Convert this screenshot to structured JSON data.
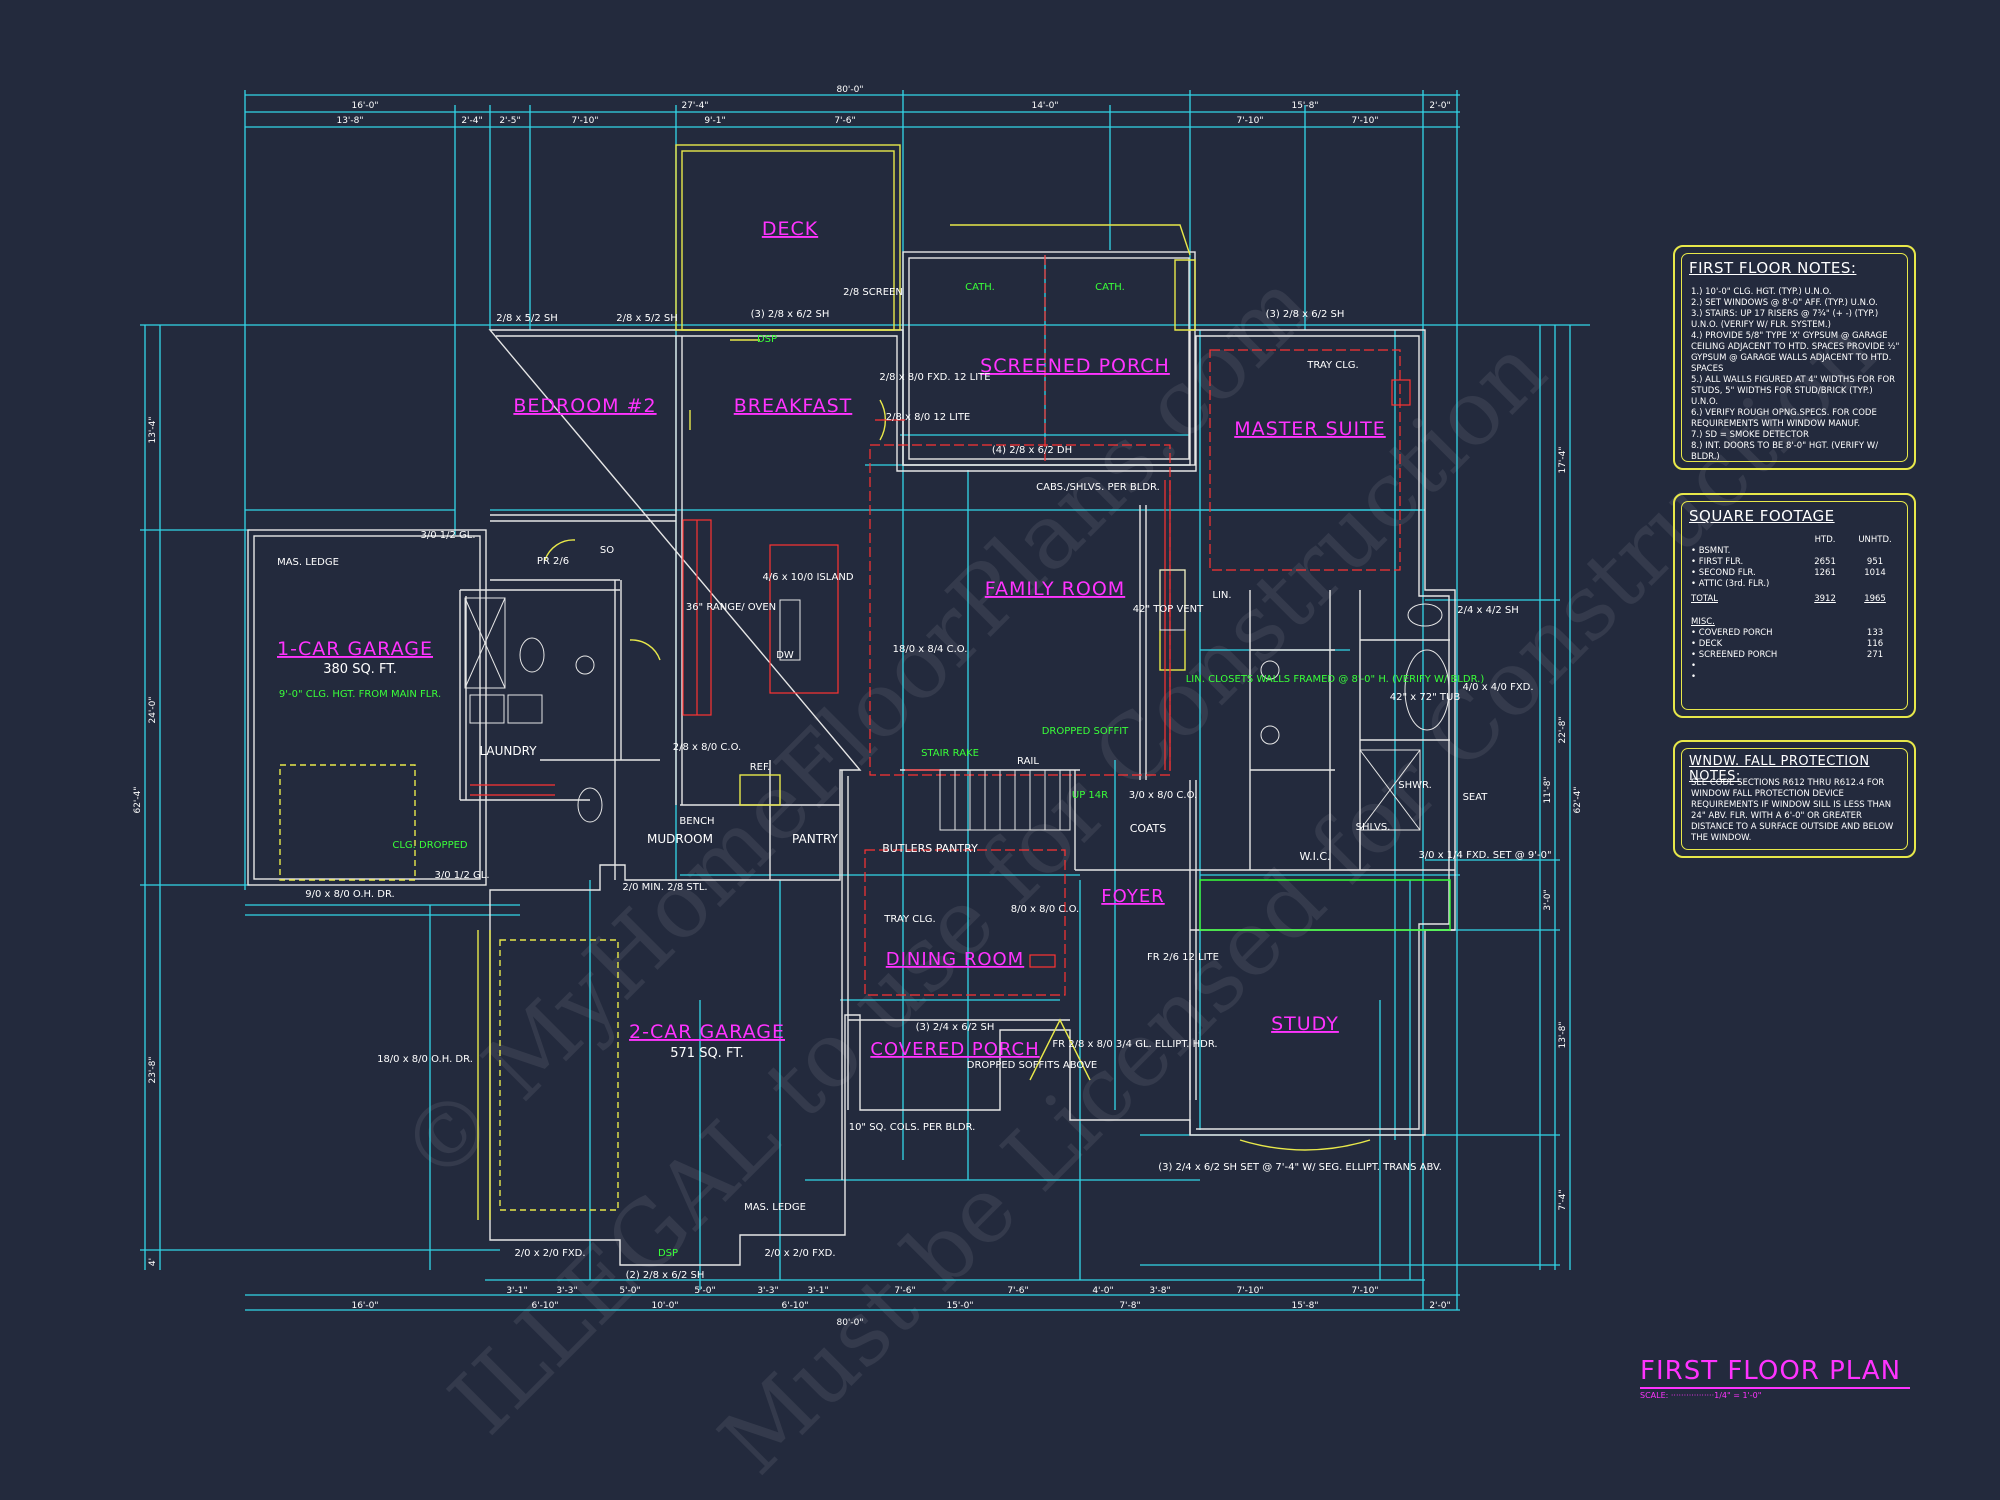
{
  "colors": {
    "background": "#232a3d",
    "dimension_line": "#33d6e8",
    "wall": "#ffffff",
    "room_label": "#ff33ff",
    "yellow": "#e8e84a",
    "green": "#39ff39",
    "red": "#ff3333"
  },
  "watermark": {
    "line1": "© MyHomeFloorPlans.com",
    "line2": "ILLEGAL to use for Construction",
    "line3": "Must be Licensed for Construction"
  },
  "dimensions": {
    "top_overall": "80'-0\"",
    "top_row1": [
      "16'-0\"",
      "27'-4\"",
      "14'-0\"",
      "15'-8\"",
      "2'-0\""
    ],
    "top_row2": [
      "13'-8\"",
      "2'-4\"",
      "2'-5\"",
      "7'-10\"",
      "9'-1\"",
      "7'-6\"",
      "7'-10\"",
      "7'-10\""
    ],
    "bottom_overall": "80'-0\"",
    "bottom_row1": [
      "16'-0\"",
      "6'-10\"",
      "10'-0\"",
      "6'-10\"",
      "15'-0\"",
      "7'-8\"",
      "15'-8\"",
      "2'-0\""
    ],
    "bottom_row2": [
      "3'-1\"",
      "3'-3\"",
      "5'-0\"",
      "5'-0\"",
      "3'-3\"",
      "3'-1\"",
      "7'-6\"",
      "7'-6\"",
      "4'-0\"",
      "3'-8\"",
      "7'-10\"",
      "7'-10\""
    ],
    "left": [
      "13'-4\"",
      "24'-0\"",
      "62'-4\"",
      "23'-8\"",
      "4'"
    ],
    "right": [
      "17'-4\"",
      "22'-8\"",
      "62'-4\"",
      "11'-8\"",
      "3'-0\"",
      "13'-8\"",
      "7'-4\""
    ]
  },
  "rooms": {
    "deck": "DECK",
    "screened_porch": "SCREENED PORCH",
    "bedroom2": "BEDROOM #2",
    "breakfast": "BREAKFAST",
    "master_suite": "MASTER SUITE",
    "garage1": "1-CAR GARAGE",
    "garage1_sqft": "380 SQ. FT.",
    "family_room": "FAMILY ROOM",
    "laundry": "LAUNDRY",
    "mudroom": "MUDROOM",
    "pantry": "PANTRY",
    "butlers_pantry": "BUTLERS PANTRY",
    "foyer": "FOYER",
    "dining_room": "DINING ROOM",
    "garage2": "2-CAR GARAGE",
    "garage2_sqft": "571 SQ. FT.",
    "covered_porch": "COVERED PORCH",
    "study": "STUDY",
    "wic": "W.I.C.",
    "coats": "COATS"
  },
  "annotations": {
    "screen": "2/8 SCREEN",
    "cath1": "CATH.",
    "cath2": "CATH.",
    "win_bed": "2/8 x 5/2 SH",
    "win_bed2": "2/8 x 5/2 SH",
    "win_break": "(3) 2/8 x 6/2 SH",
    "win_master": "(3) 2/8 x 6/2 SH",
    "dsp": "DSP",
    "fxd_lite": "2/8 x 8/0 FXD. 12 LITE",
    "lite12": "2/8 x 8/0 12 LITE",
    "win_fam": "(4) 2/8 x 6/2 DH",
    "cabs": "CABS./SHLVS. PER BLDR.",
    "tray": "TRAY CLG.",
    "gl1": "3/0 1/2 GL.",
    "mas_ledge": "MAS. LEDGE",
    "pr26": "PR 2/6",
    "so": "SO",
    "fr": "FR",
    "range": "36\" RANGE/ OVEN",
    "island": "4/6 x 10/0 ISLAND",
    "dw": "DW",
    "co": "18/0 x 8/4 C.O.",
    "top_vent": "42\" TOP VENT",
    "lin": "LIN.",
    "shwr": "SHWR.",
    "tub": "42\" x 72\" TUB",
    "win_bath": "2/4 x 4/2 SH",
    "win_fxd": "4/0 x 4/0 FXD.",
    "lin_closets": "LIN. CLOSETS WALLS FRAMED @ 8'-0\" H. (VERIFY W/ BLDR.)",
    "clg_hgt": "9'-0\" CLG. HGT. FROM MAIN FLR.",
    "clg_dropped": "CLG. DROPPED",
    "ohdoor1": "9/0 x 8/0 O.H. DR.",
    "stair": "STAIR RAKE",
    "rail": "RAIL",
    "up": "UP 14R",
    "dropped_soffit": "DROPPED SOFFIT",
    "co2": "3/0 x 8/0 C.O.",
    "seat": "SEAT",
    "shlvs": "SHLVS.",
    "win_fxd2": "3/0 x 1/4 FXD. SET @ 9'-0\"",
    "bench": "BENCH",
    "min": "2/0 MIN. 2/8 STL.",
    "ref": "REF.",
    "tray2": "TRAY CLG.",
    "co3": "8/0 x 8/0 C.O.",
    "fr_lite": "FR 2/6 12 LITE",
    "co4": "2/8 x 8/0 C.O.",
    "win_cov": "(3) 2/4 x 6/2 SH",
    "dropped_soffits": "DROPPED SOFFITS ABOVE",
    "cols": "10\" SQ. COLS. PER BLDR.",
    "fr_door": "FR 2/8 x 8/0 3/4 GL. ELLIPT. HDR.",
    "win_study": "(3) 2/4 x 6/2 SH SET @ 7'-4\" W/ SEG. ELLIPT. TRANS ABV.",
    "ohdoor2": "18/0 x 8/0 O.H. DR.",
    "fxd1": "2/0 x 2/0 FXD.",
    "fxd2": "2/0 x 2/0 FXD.",
    "win_garage": "(2) 2/8 x 6/2 SH",
    "dsp2": "DSP",
    "gl2": "3/0 1/2 GL."
  },
  "notes_panel": {
    "title": "FIRST FLOOR NOTES:",
    "items": [
      "1.) 10'-0\" CLG. HGT. (TYP.) U.N.O.",
      "2.) SET WINDOWS @ 8'-0\" AFF. (TYP.) U.N.O.",
      "3.) STAIRS: UP 17 RISERS @ 7¾\" (+ -) (TYP.) U.N.O. (VERIFY W/ FLR. SYSTEM.)",
      "4.) PROVIDE 5/8\" TYPE 'X' GYPSUM @ GARAGE CEILING ADJACENT TO HTD. SPACES PROVIDE ½\" GYPSUM @ GARAGE WALLS ADJACENT TO HTD. SPACES",
      "5.) ALL WALLS FIGURED AT 4\" WIDTHS FOR FOR STUDS, 5\" WIDTHS FOR STUD/BRICK (TYP.) U.N.O.",
      "6.) VERIFY ROUGH OPNG.SPECS. FOR CODE REQUIREMENTS WITH WINDOW MANUF.",
      "7.) SD = SMOKE DETECTOR",
      "8.) INT. DOORS TO BE 8'-0\" HGT. (VERIFY W/ BLDR.)"
    ]
  },
  "sqft_panel": {
    "title": "SQUARE FOOTAGE",
    "head_htd": "HTD.",
    "head_unhtd": "UNHTD.",
    "rows": [
      {
        "label": "• BSMNT.",
        "htd": "",
        "unhtd": ""
      },
      {
        "label": "• FIRST FLR.",
        "htd": "2651",
        "unhtd": "951"
      },
      {
        "label": "• SECOND FLR.",
        "htd": "1261",
        "unhtd": "1014"
      },
      {
        "label": "• ATTIC (3rd. FLR.)",
        "htd": "",
        "unhtd": ""
      },
      {
        "label": "TOTAL",
        "htd": "3912",
        "unhtd": "1965"
      }
    ],
    "misc_title": "MISC.",
    "misc": [
      {
        "label": "• COVERED PORCH",
        "val": "133"
      },
      {
        "label": "• DECK",
        "val": "116"
      },
      {
        "label": "• SCREENED PORCH",
        "val": "271"
      },
      {
        "label": "•",
        "val": ""
      },
      {
        "label": "•",
        "val": ""
      }
    ]
  },
  "fall_panel": {
    "title": "WNDW. FALL PROTECTION NOTES:",
    "text": "SEE CODE SECTIONS R612 THRU R612.4 FOR WINDOW FALL PROTECTION DEVICE REQUIREMENTS IF WINDOW SILL IS LESS THAN 24\" ABV. FLR. WITH A 6'-0\" OR GREATER DISTANCE TO A SURFACE OUTSIDE AND BELOW THE WINDOW."
  },
  "title_block": {
    "title": "FIRST FLOOR PLAN",
    "scale": "SCALE: ·················1/4\" = 1'-0\""
  }
}
